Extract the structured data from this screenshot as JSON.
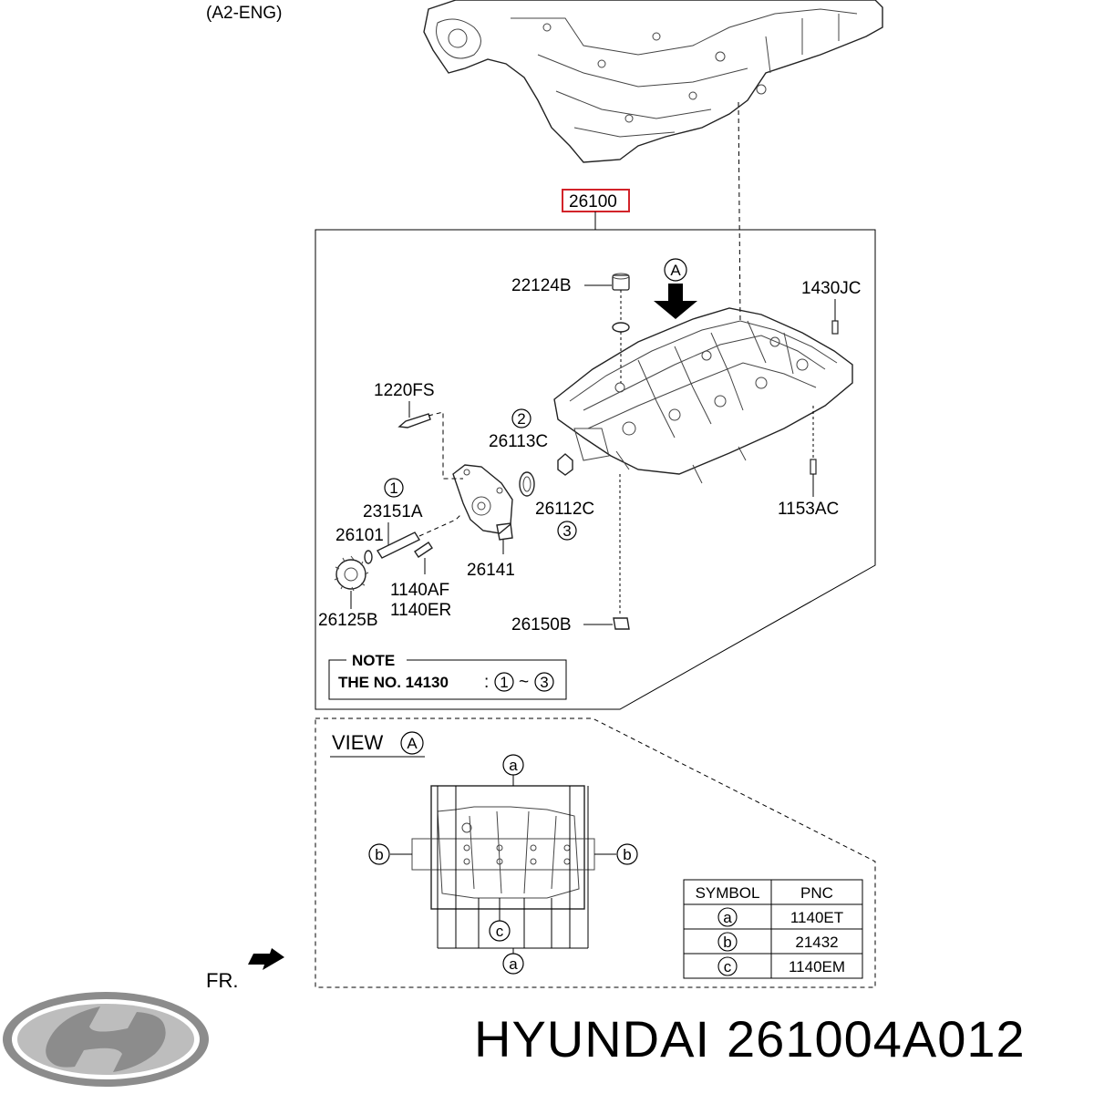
{
  "header": {
    "engine_code": "(A2-ENG)"
  },
  "main_part": {
    "pnc": "26100"
  },
  "callouts": {
    "p22124b": "22124B",
    "p1430jc": "1430JC",
    "p1220fs": "1220FS",
    "p26113c": "26113C",
    "p26112c": "26112C",
    "p23151a": "23151A",
    "p26101": "26101",
    "p26141": "26141",
    "p1140af": "1140AF",
    "p1140er": "1140ER",
    "p26125b": "26125B",
    "p26150b": "26150B",
    "p1153ac": "1153AC"
  },
  "markers": {
    "view_a": "A",
    "one": "1",
    "two": "2",
    "three": "3"
  },
  "note": {
    "title": "NOTE",
    "text": "THE NO. 14130",
    "separator": ":",
    "range_sep": "~",
    "range_start": "1",
    "range_end": "3"
  },
  "view": {
    "title": "VIEW",
    "marker": "A",
    "labels": {
      "top": "a",
      "left": "b",
      "right": "b",
      "bottom_inner": "c",
      "bottom": "a"
    }
  },
  "symbol_table": {
    "headers": [
      "SYMBOL",
      "PNC"
    ],
    "rows": [
      {
        "symbol": "a",
        "pnc": "1140ET"
      },
      {
        "symbol": "b",
        "pnc": "21432"
      },
      {
        "symbol": "c",
        "pnc": "1140EM"
      }
    ]
  },
  "orientation": {
    "label": "FR."
  },
  "footer": {
    "brand": "HYUNDAI",
    "part_number": "261004A012"
  },
  "colors": {
    "highlight_box": "#d2232a",
    "logo": "#8c8c8c"
  },
  "icons": {
    "logo": "hyundai-logo",
    "direction": "front-arrow-icon",
    "view_arrow": "down-arrow-icon"
  }
}
